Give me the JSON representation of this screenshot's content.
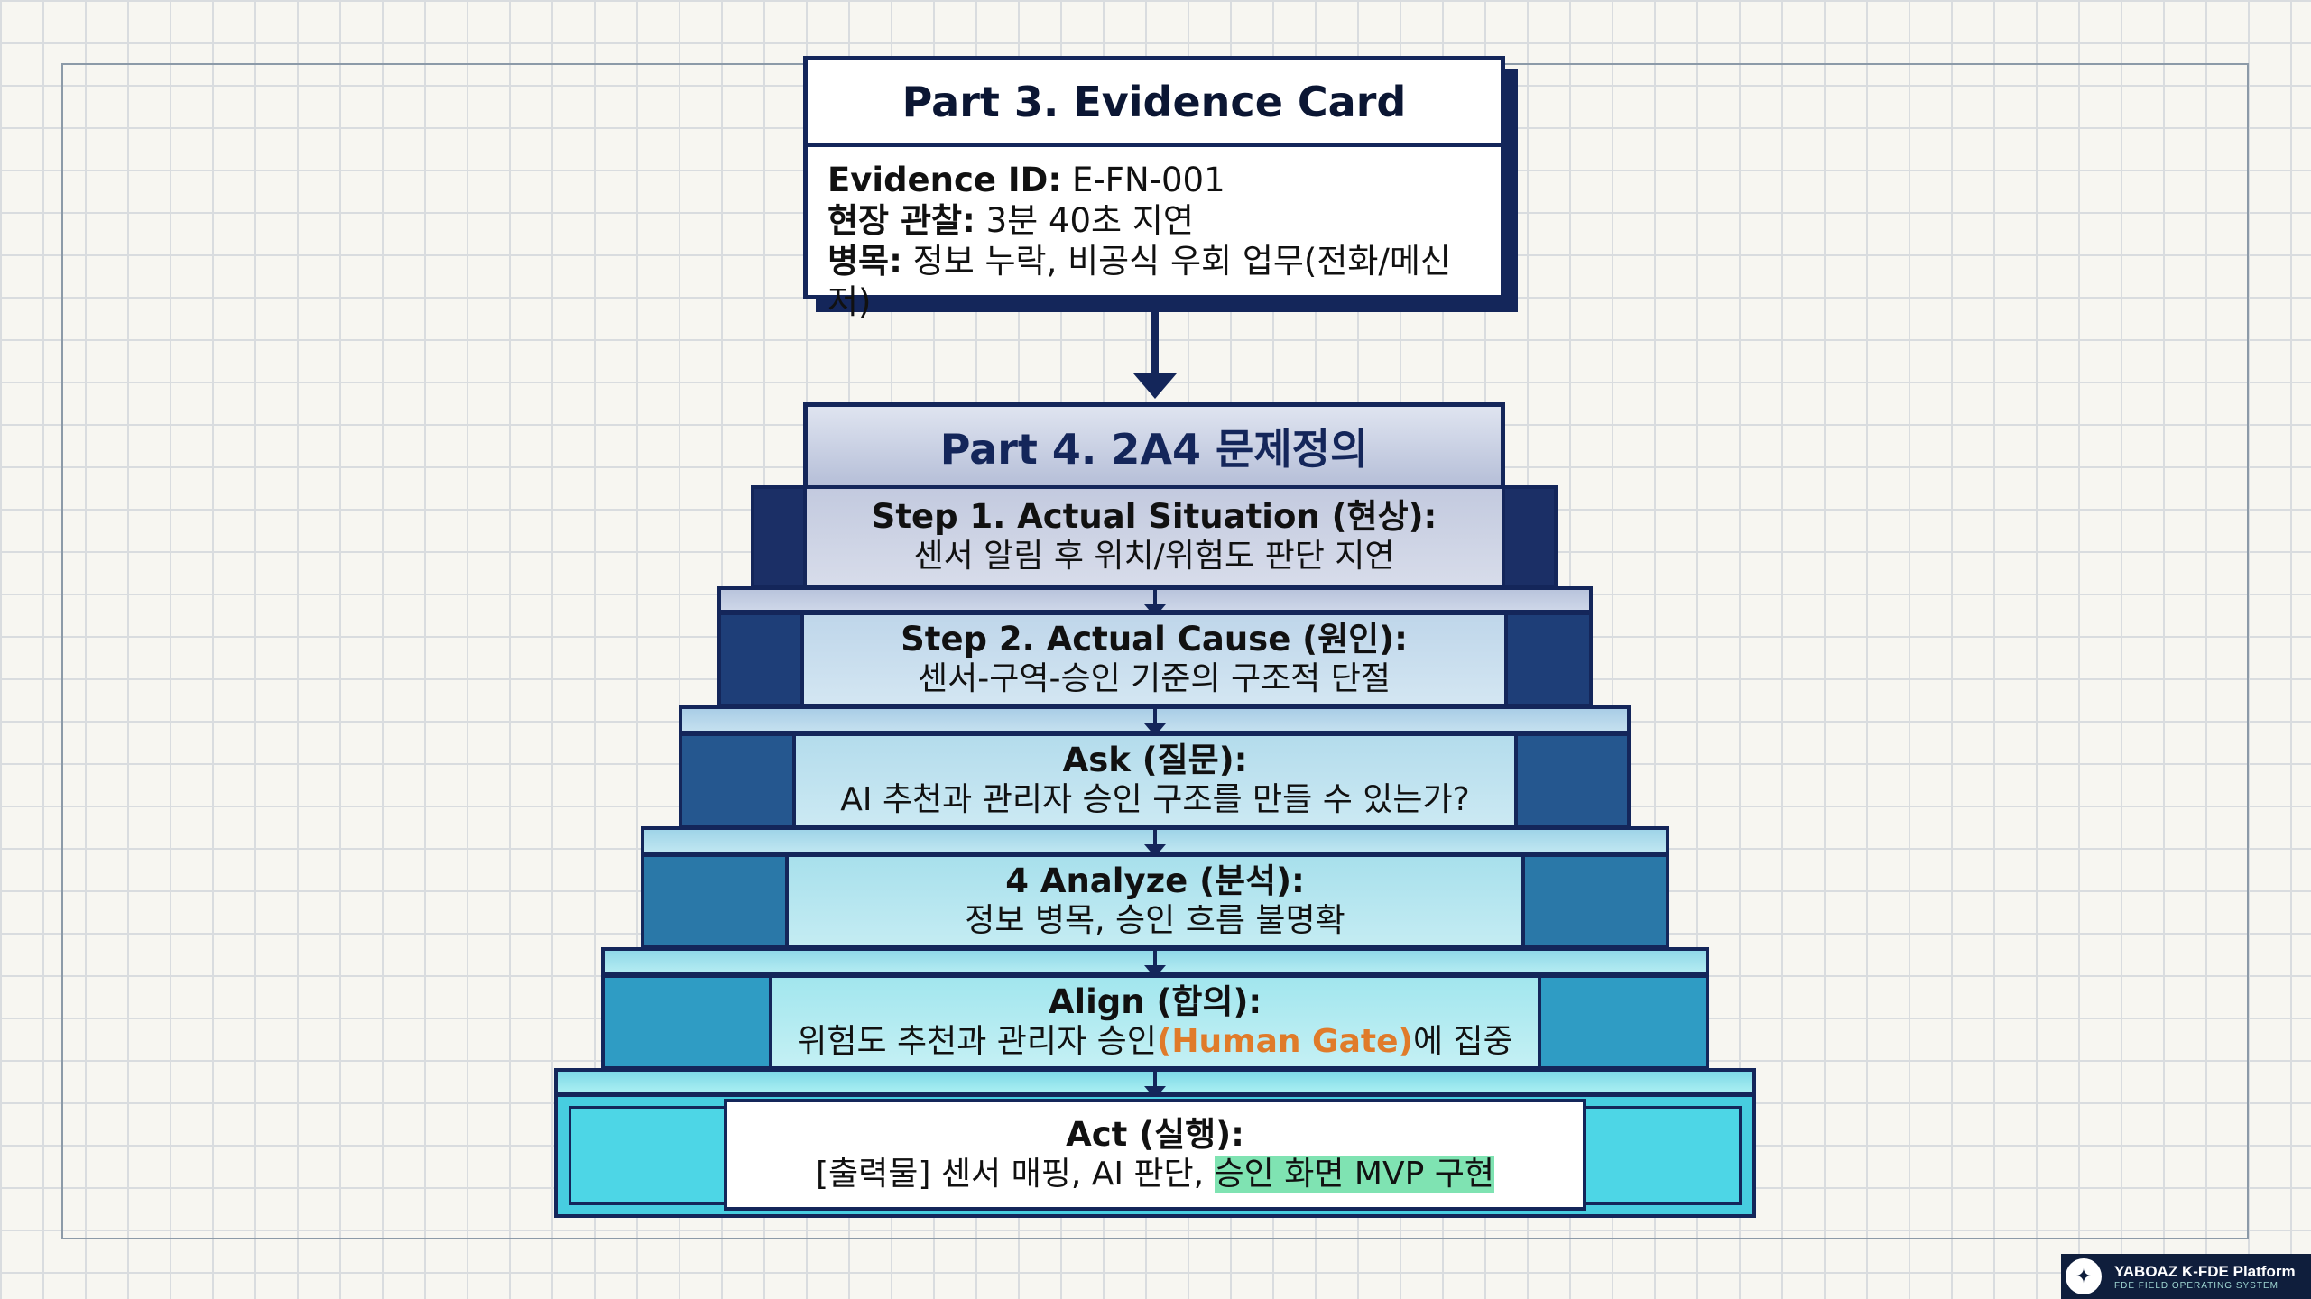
{
  "evidence_card": {
    "title": "Part 3. Evidence Card",
    "rows": [
      {
        "label": "Evidence ID:",
        "value": " E-FN-001"
      },
      {
        "label": "현장 관찰:",
        "value": " 3분 40초 지연"
      },
      {
        "label": "병목:",
        "value": " 정보 누락, 비공식 우회 업무(전화/메신저)"
      }
    ]
  },
  "part4": {
    "title": "Part 4. 2A4 문제정의",
    "steps": [
      {
        "title": "Step 1. Actual Situation (현상):",
        "desc": "센서 알림 후 위치/위험도 판단 지연"
      },
      {
        "title": "Step 2. Actual Cause (원인):",
        "desc": "센서-구역-승인 기준의 구조적 단절"
      },
      {
        "title": "Ask (질문):",
        "desc": "AI 추천과 관리자 승인 구조를 만들 수 있는가?"
      },
      {
        "title": "4 Analyze (분석):",
        "desc": "정보 병목, 승인 흐름 불명확"
      },
      {
        "title": "Align (합의):",
        "desc_prefix": "위험도 추천과 관리자 승인",
        "desc_highlight": "(Human Gate)",
        "desc_suffix": "에 집중"
      },
      {
        "title": "Act (실행):",
        "desc_prefix": "[출력물] 센서 매핑, AI 판단, ",
        "desc_highlight": "승인 화면 MVP 구현"
      }
    ]
  },
  "logo": {
    "name": "YABOAZ K-FDE Platform",
    "tagline": "FDE FIELD OPERATING SYSTEM"
  },
  "colors": {
    "navy": "#14265a",
    "orange_highlight": "#e07b2a",
    "green_highlight": "#7fe3b2"
  }
}
